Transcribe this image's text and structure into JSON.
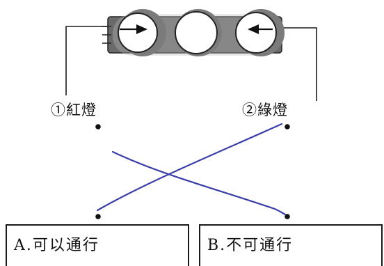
{
  "labels": {
    "red_light": "①紅燈",
    "green_light": "②綠燈"
  },
  "options": {
    "a": "A.可以通行",
    "b": "B.不可通行"
  },
  "colors": {
    "pen": "#3a3fa8",
    "housing": "#5f5f5f",
    "ink": "#111111"
  }
}
